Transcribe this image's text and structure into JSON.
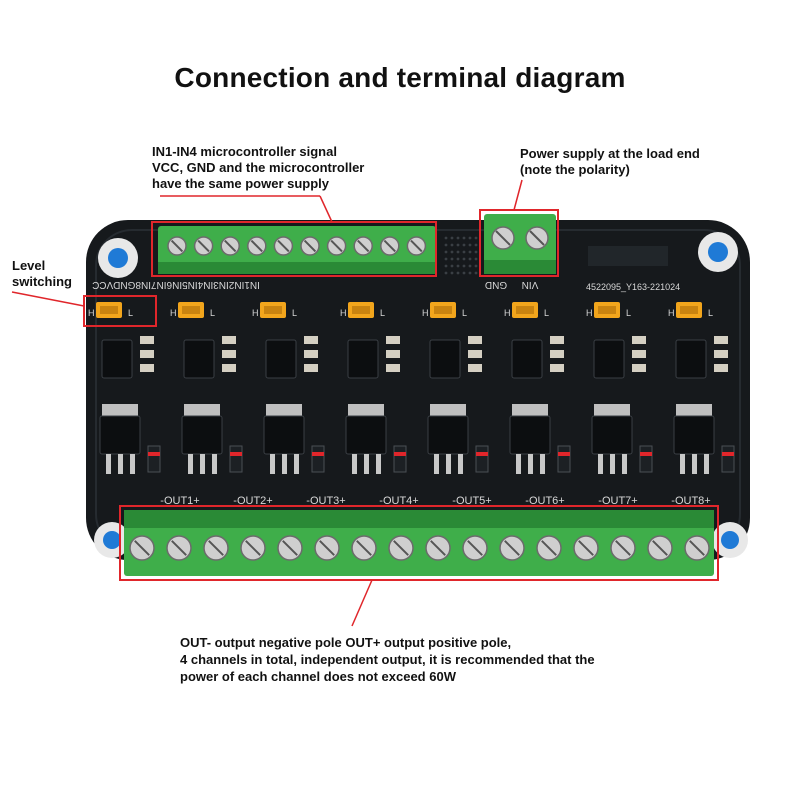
{
  "title": "Connection and terminal diagram",
  "notes": {
    "in_signal": [
      "IN1-IN4 microcontroller signal",
      "VCC, GND and the microcontroller",
      "have the same power supply"
    ],
    "power_supply": [
      "Power supply at the load end",
      "(note the polarity)"
    ],
    "level": [
      "Level",
      "switching"
    ],
    "output": [
      "OUT- output negative pole OUT+ output positive pole,",
      "4 channels in total, independent output, it is recommended that the",
      "power of each channel does not exceed 60W"
    ]
  },
  "board": {
    "input_silkscreen": "IN1IN2IN3IN4IN5IN6IN7IN8GNDVCC",
    "power_silkscreen": [
      "GND",
      "VIN"
    ],
    "board_id": "4522095_Y163-221024",
    "output_labels": [
      "-OUT1+",
      "-OUT2+",
      "-OUT3+",
      "-OUT4+",
      "-OUT5+",
      "-OUT6+",
      "-OUT7+",
      "-OUT8+"
    ],
    "jumper_labels": {
      "high": "H",
      "low": "L"
    },
    "channel_count": 8
  },
  "colors": {
    "pcb": "#16191c",
    "terminal_green": "#3fae4a",
    "terminal_dark": "#2a8a36",
    "callout_red": "#e0262b",
    "jumper_yellow": "#f2a51c",
    "mount_blue": "#1f7ad6",
    "silkscreen": "#d8d8d8"
  }
}
